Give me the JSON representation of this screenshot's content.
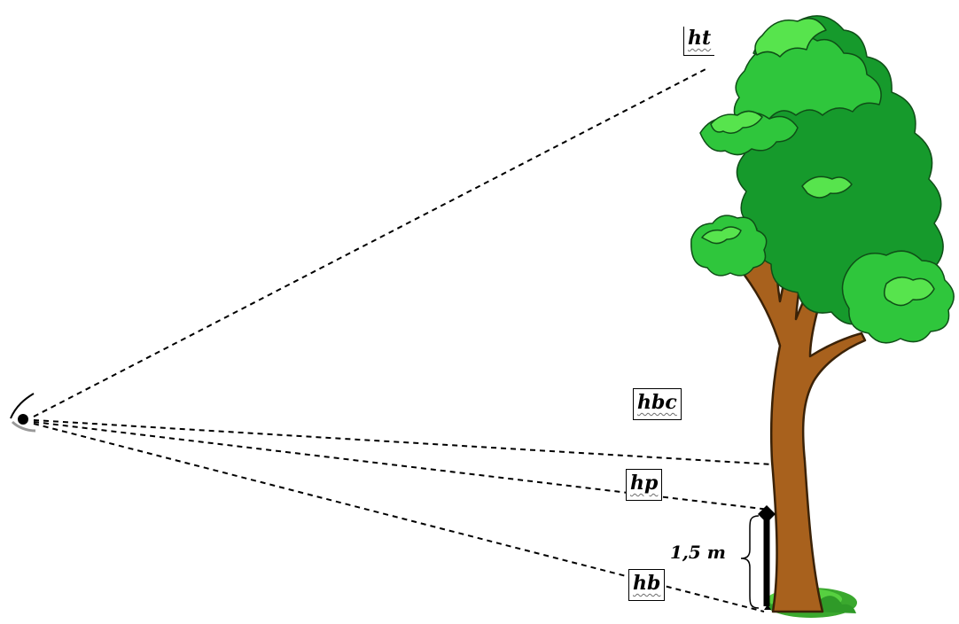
{
  "labels": {
    "ht": "ht",
    "hbc": "hbc",
    "hp": "hp",
    "hb": "hb",
    "height": "1,5 m"
  },
  "colors": {
    "trunk": "#a8611d",
    "trunk_outline": "#3b2207",
    "foliage_dark": "#169a2c",
    "foliage_mid": "#2fc63c",
    "foliage_light": "#57e44d",
    "ground": "#4bbd36",
    "sight_line": "#000000"
  },
  "icons": {
    "observer": "eye-icon",
    "tree": "tree-illustration",
    "measuring_pole": "pole-icon"
  }
}
